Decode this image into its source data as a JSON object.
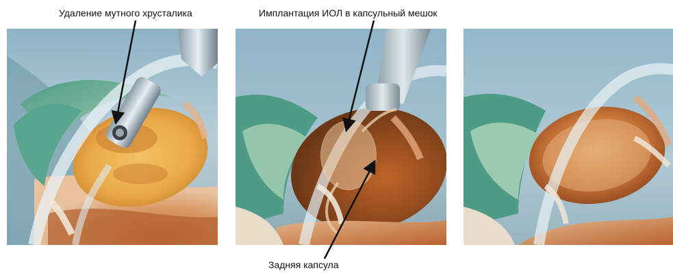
{
  "labels": {
    "removal": "Удаление мутного хрусталика",
    "implantation": "Имплантация ИОЛ в капсульный мешок",
    "posterior_capsule": "Задняя капсула"
  }
}
